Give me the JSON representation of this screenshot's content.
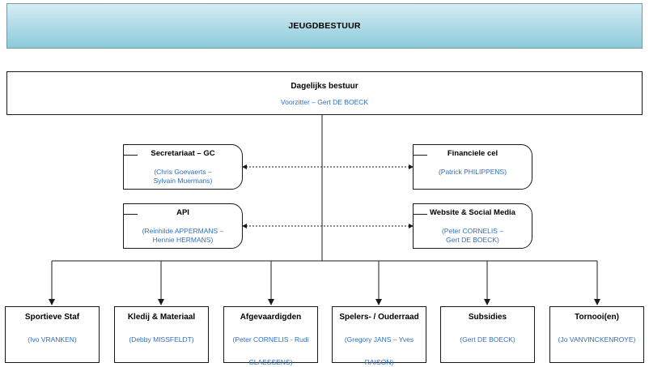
{
  "title": "JEUGDBESTUUR",
  "daily": {
    "title": "Dagelijks bestuur",
    "members": "Voorzitter – Gert DE BOECK"
  },
  "cells": {
    "secretariaat": {
      "title": "Secretariaat – GC",
      "line1": "(Chris Goevaerts –",
      "line2": "Sylvain Muermans)"
    },
    "financiele": {
      "title": "Financiele cel",
      "line1": "(Patrick PHILIPPENS)",
      "line2": ""
    },
    "api": {
      "title": "API",
      "line1": "(Reinhilde APPERMANS –",
      "line2": "Hennie HERMANS)"
    },
    "website": {
      "title": "Website & Social Media",
      "line1": "(Peter CORNELIS –",
      "line2": "Gert DE BOECK)"
    }
  },
  "committees": [
    {
      "title": "Sportieve Staf",
      "line1": "(Ivo VRANKEN)",
      "line2": ""
    },
    {
      "title": "Kledij & Materiaal",
      "line1": "(Debby MISSFELDT)",
      "line2": ""
    },
    {
      "title": "Afgevaardigden",
      "line1": "(Peter CORNELIS - Rudi",
      "line2": "CLAESSENS)"
    },
    {
      "title": "Spelers- / Ouderraad",
      "line1": "(Gregory JANS – Yves",
      "line2": "RAISON)"
    },
    {
      "title": "Subsidies",
      "line1": "(Gert DE BOECK)",
      "line2": ""
    },
    {
      "title": "Tornooi(en)",
      "line1": "(Jo VANVINCKENROYE)",
      "line2": ""
    }
  ]
}
